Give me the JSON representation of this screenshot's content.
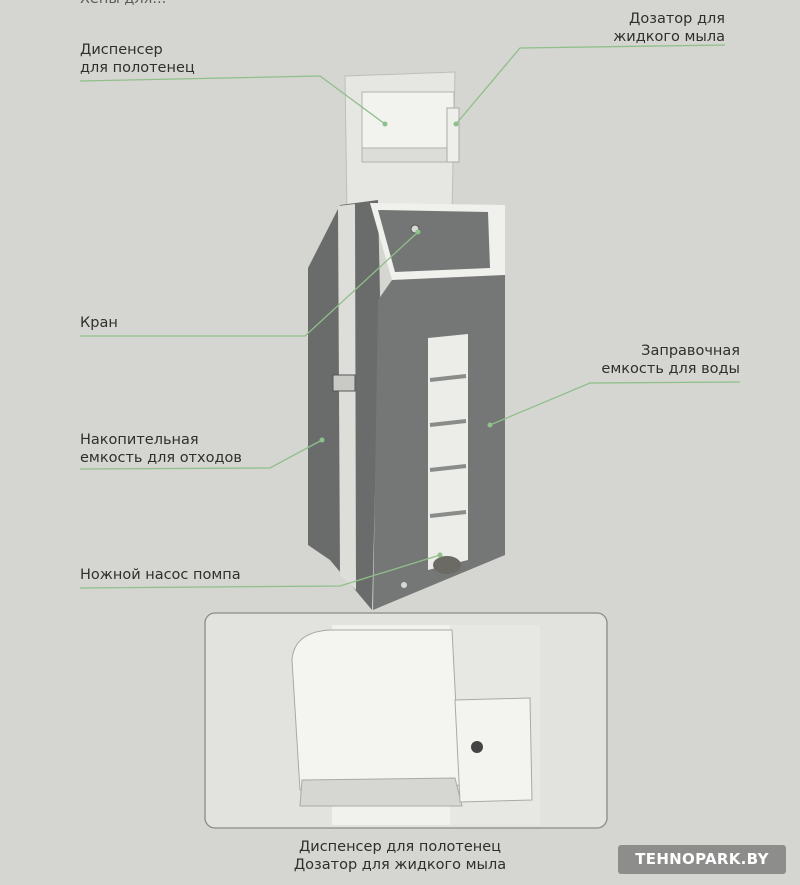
{
  "labels": {
    "top_cut": "Хены для...",
    "soap_dispenser": [
      "Дозатор для",
      "жидкого мыла"
    ],
    "towel_dispenser": [
      "Диспенсер",
      "для полотенец"
    ],
    "tap": "Кран",
    "water_tank": [
      "Заправочная",
      "емкость для воды"
    ],
    "waste_tank": [
      "Накопительная",
      "емкость для отходов"
    ],
    "foot_pump": "Ножной насос помпа",
    "caption": [
      "Диспенсер для полотенец",
      "Дозатор для жидкого мыла"
    ]
  },
  "watermark": "TEHNOPARK.BY",
  "colors": {
    "page": "#d5d6d1",
    "leader_line": "#8fbf8a",
    "text": "#2f302e",
    "cabinet": "#6f7170",
    "cabinet_side": "#5f6160",
    "panel": "#e9eae6"
  }
}
